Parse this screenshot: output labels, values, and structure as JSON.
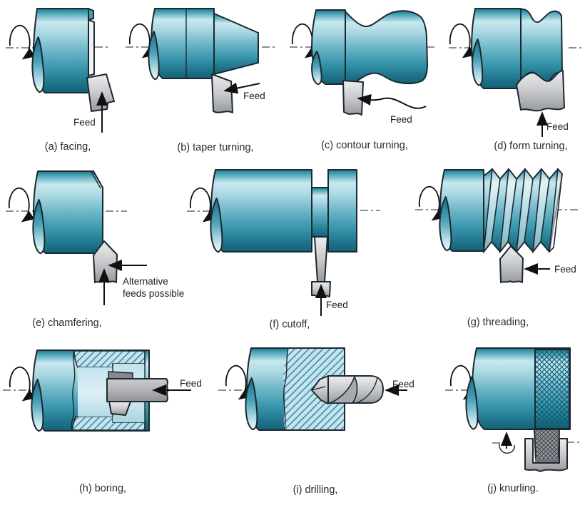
{
  "panels": [
    {
      "letter": "a",
      "caption": "(a) facing,",
      "feed_label": "Feed"
    },
    {
      "letter": "b",
      "caption": "(b) taper turning,",
      "feed_label": "Feed"
    },
    {
      "letter": "c",
      "caption": "(c) contour turning,",
      "feed_label": "Feed"
    },
    {
      "letter": "d",
      "caption": "(d) form turning,",
      "feed_label": "Feed"
    },
    {
      "letter": "e",
      "caption": "(e) chamfering,",
      "annotation_line1": "Alternative",
      "annotation_line2": "feeds possible"
    },
    {
      "letter": "f",
      "caption": "(f) cutoff,",
      "feed_label": "Feed"
    },
    {
      "letter": "g",
      "caption": "(g) threading,",
      "feed_label": "Feed"
    },
    {
      "letter": "h",
      "caption": "(h) boring,",
      "feed_label": "Feed"
    },
    {
      "letter": "i",
      "caption": "(i) drilling,",
      "feed_label": "Feed"
    },
    {
      "letter": "j",
      "caption": "(j) knurling."
    }
  ],
  "colors": {
    "workpiece_teal_dark": "#146076",
    "workpiece_teal_mid": "#3795ab",
    "workpiece_teal_light": "#c9e8ef",
    "tool_gray": "#c9cacd",
    "outline": "#1c2830",
    "hatch_line": "#2f87a3",
    "hatch_bg": "#c6e3ee",
    "text": "#2b2b2b",
    "background": "#ffffff"
  }
}
